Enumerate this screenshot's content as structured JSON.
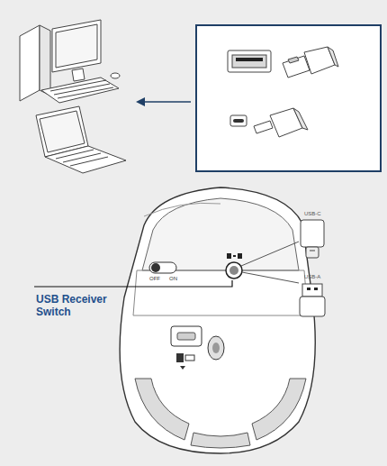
{
  "diagram": {
    "labels": [
      "USB Receiver Switch",
      "OFF",
      "ON",
      "USB-C",
      "USB-A"
    ]
  }
}
